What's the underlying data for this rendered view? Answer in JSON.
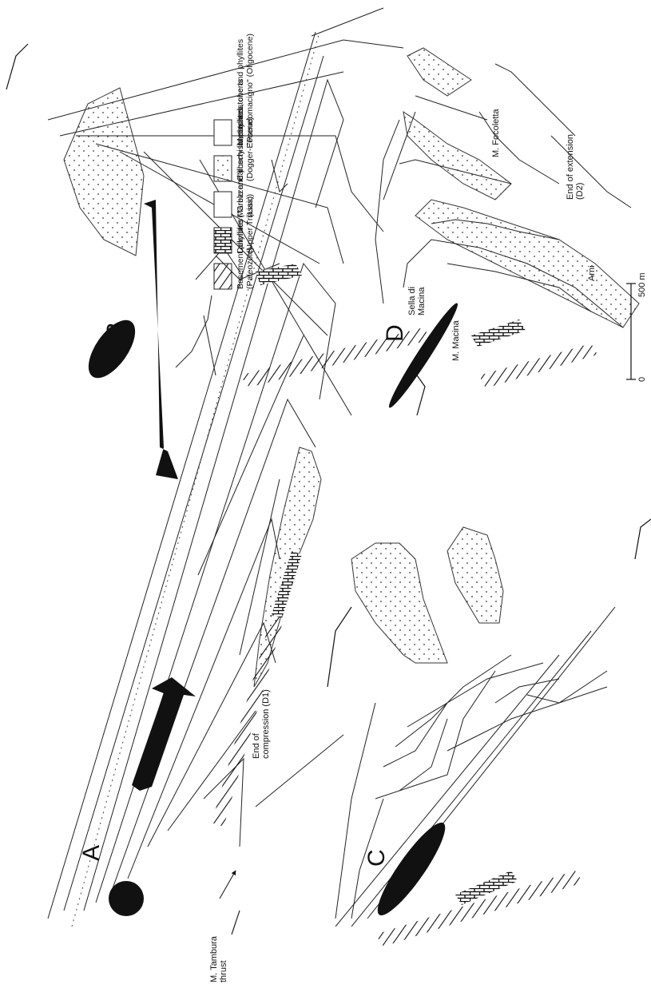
{
  "panels": {
    "A": {
      "letter": "A",
      "caption_line1": "End of",
      "caption_line2": "compression (D1)"
    },
    "B": {
      "letter": "B"
    },
    "C": {
      "letter": "C"
    },
    "D": {
      "letter": "D",
      "caption_line1": "End of extension",
      "caption_line2": "(D2)"
    }
  },
  "labels": {
    "thrust_line1": "M. Tambura",
    "thrust_line2": "thrust",
    "m_focoletta": "M. Focoletta",
    "sella_line1": "Sella di",
    "sella_line2": "Macina",
    "m_macina": "M. Macina",
    "arni": "Arni"
  },
  "legend": [
    {
      "line1": "Metasandstone and phyllites",
      "line2": "\"Pseudomacigno\" (Oligocene)",
      "pattern": "blank"
    },
    {
      "line1": "Calcschists,phyllites, cherts",
      "line2": "(Dogger-Eocene)",
      "pattern": "dots"
    },
    {
      "line1": "Marble and cherty limestones",
      "line2": "(Lias)",
      "pattern": "blank"
    },
    {
      "line1": "Dolomite (\"Grezzone\")",
      "line2": "(Upper Triassic)",
      "pattern": "bricks"
    },
    {
      "line1": "Basement phyllites",
      "line2": "(Paleozoic)",
      "pattern": "hatch"
    }
  ],
  "scale_bar": {
    "start": "0",
    "end": "500 m"
  },
  "colors": {
    "ink": "#111111",
    "paper": "#ffffff"
  }
}
